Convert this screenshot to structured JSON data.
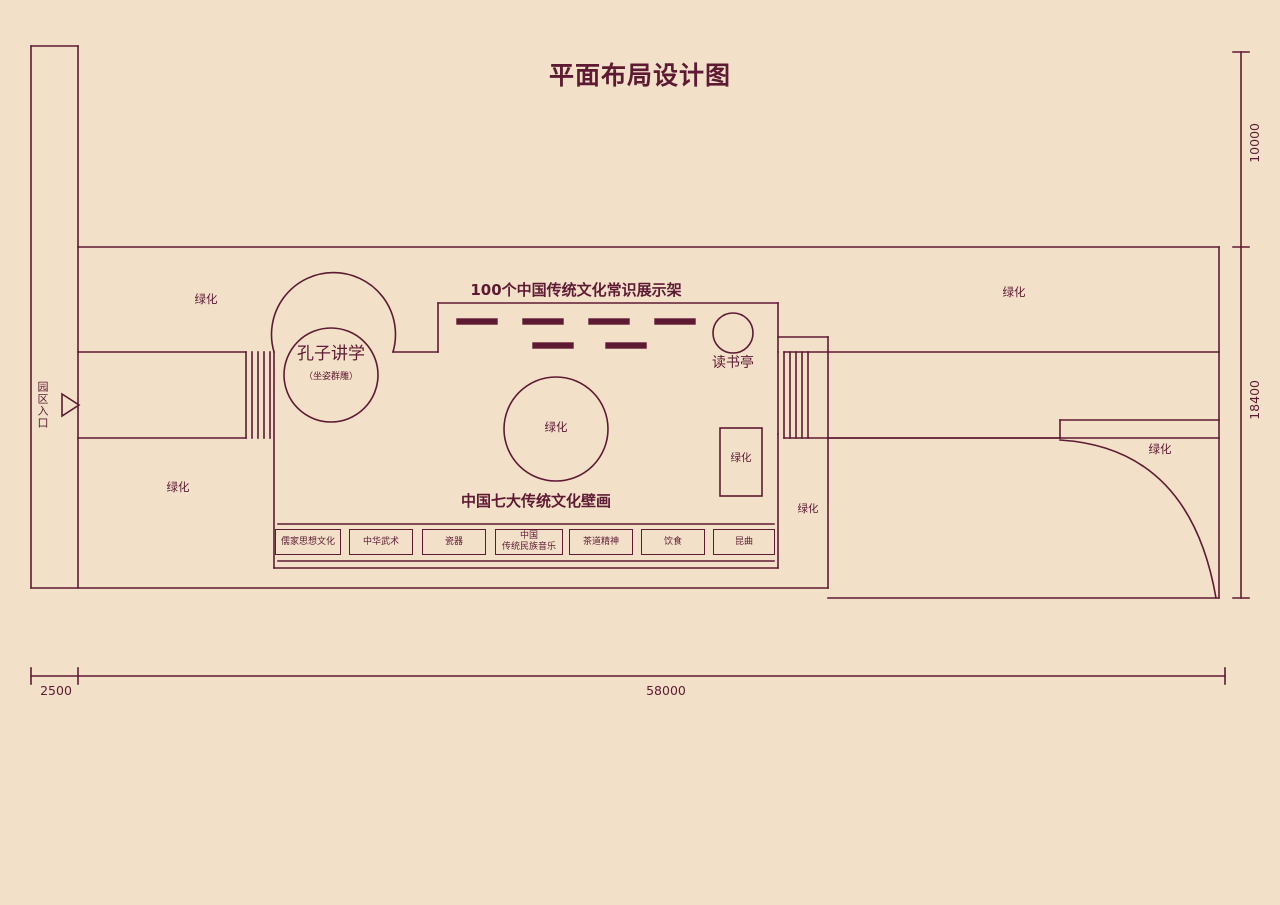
{
  "page": {
    "title": "平面布局设计图",
    "background_color": "#f2e0c9",
    "line_color": "#5e1a33"
  },
  "headings": {
    "shelf_heading": "100个中国传统文化常识展示架",
    "mural_heading": "中国七大传统文化壁画"
  },
  "entrance": {
    "label": "园区入口",
    "arrow": "direction-arrow-right"
  },
  "features": {
    "confucius_title": "孔子讲学",
    "confucius_subtitle": "（坐姿群雕）",
    "pavilion_label": "读书亭",
    "center_green_label": "绿化"
  },
  "green_labels": [
    {
      "text": "绿化",
      "name": "green-area-upper-left"
    },
    {
      "text": "绿化",
      "name": "green-area-upper-right"
    },
    {
      "text": "绿化",
      "name": "green-area-lower-left"
    },
    {
      "text": "绿化",
      "name": "green-area-pavilion-strip"
    },
    {
      "text": "绿化",
      "name": "green-area-middle-right"
    },
    {
      "text": "绿化",
      "name": "green-area-lower-right"
    }
  ],
  "culture_boxes": [
    {
      "text": "儒家思想文化",
      "lines": [
        "儒家思想文化"
      ]
    },
    {
      "text": "中华武术",
      "lines": [
        "中华武术"
      ]
    },
    {
      "text": "瓷器",
      "lines": [
        "瓷器"
      ]
    },
    {
      "text": "中国传统民族音乐",
      "lines": [
        "中国",
        "传统民族音乐"
      ]
    },
    {
      "text": "茶道精神",
      "lines": [
        "茶道精神"
      ]
    },
    {
      "text": "饮食",
      "lines": [
        "饮食"
      ]
    },
    {
      "text": "昆曲",
      "lines": [
        "昆曲"
      ]
    }
  ],
  "dimensions": {
    "vertical_top": "10000",
    "vertical_bottom": "18400",
    "horizontal_left": "2500",
    "horizontal_main": "58000"
  },
  "shelves": {
    "count": 6,
    "row_top_count": 4,
    "row_bottom_count": 2
  }
}
